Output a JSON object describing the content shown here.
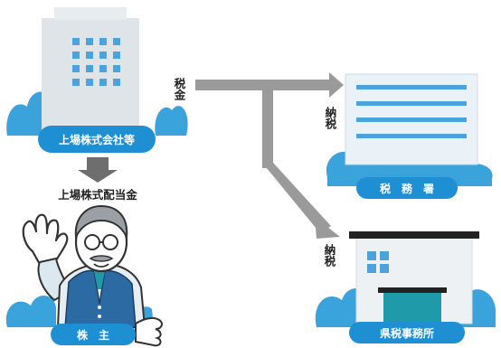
{
  "company": {
    "label": "上場株式会社等"
  },
  "dividend": {
    "label": "上場株式配当金"
  },
  "shareholder": {
    "label": "株　主"
  },
  "tax_flow": {
    "label": "税金"
  },
  "payment_tax_office": {
    "label": "納税"
  },
  "payment_prefectural": {
    "label": "納税"
  },
  "tax_office": {
    "label": "税　務　署"
  },
  "prefectural_office": {
    "label": "県税事務所"
  },
  "colors": {
    "cloud": "#3aa3dc",
    "cloud_dark": "#2a8cc6",
    "pill": "#1f8fd4",
    "arrow_gray": "#9a9a9a",
    "arrow_dark": "#6e6e6e",
    "building_body": "#dfe4e8",
    "building_window": "#4aa3dc",
    "teal": "#1e9aa8",
    "vest": "#2c6aa4"
  }
}
